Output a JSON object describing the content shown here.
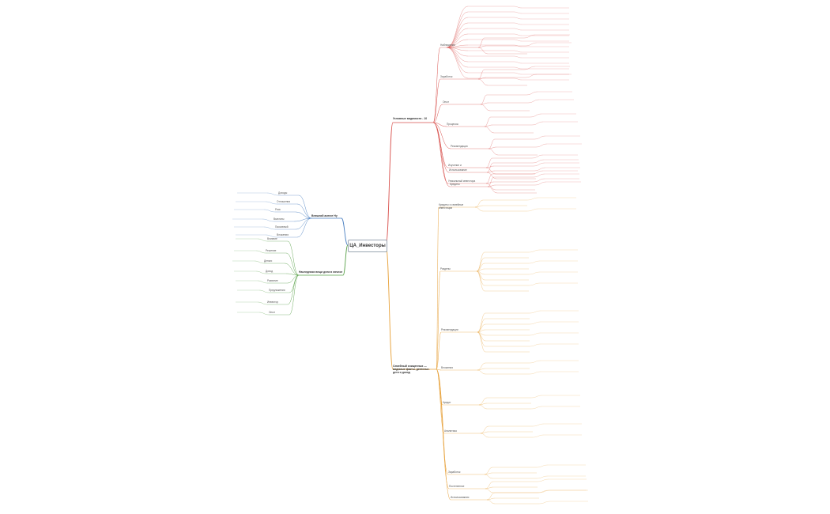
{
  "root": {
    "label": "ЦА_Инвесторы"
  },
  "colors": {
    "red": "#d9534f",
    "orange": "#e8a33d",
    "blue": "#4a7fc1",
    "green": "#5aa24a",
    "root_border": "#9aa6b2"
  },
  "branches": {
    "red_main": "Условные видимости - 10",
    "red_sub": [
      "Наблюдение",
      "Заработок",
      "Опыт",
      "Процессы",
      "Рекомендация",
      "Изучение и",
      "Уникальный инвестора",
      "Использование",
      "Кредиты"
    ],
    "orange_main": "Семейный очищенных — видимые факты. деятельн. дети и доход",
    "orange_sub": [
      "Кредиты и семейные инвестиции",
      "Разделы",
      "Рекомендации",
      "Вложения",
      "Кредит",
      "Аналитика",
      "Заработок",
      "Постепенное",
      "Использованию"
    ],
    "blue_main": "Внешний аспект Ну",
    "blue_sub": [
      "Доходы",
      "Отношения",
      "Риск",
      "Выплаты",
      "Пассивный",
      "Вложения"
    ],
    "green_main": "Наследники вещи дела в личное",
    "green_sub": [
      "Влияние",
      "Решение",
      "Деньги",
      "Доход",
      "Развитие",
      "Предложения",
      "Инвестор",
      "Опыт"
    ]
  }
}
